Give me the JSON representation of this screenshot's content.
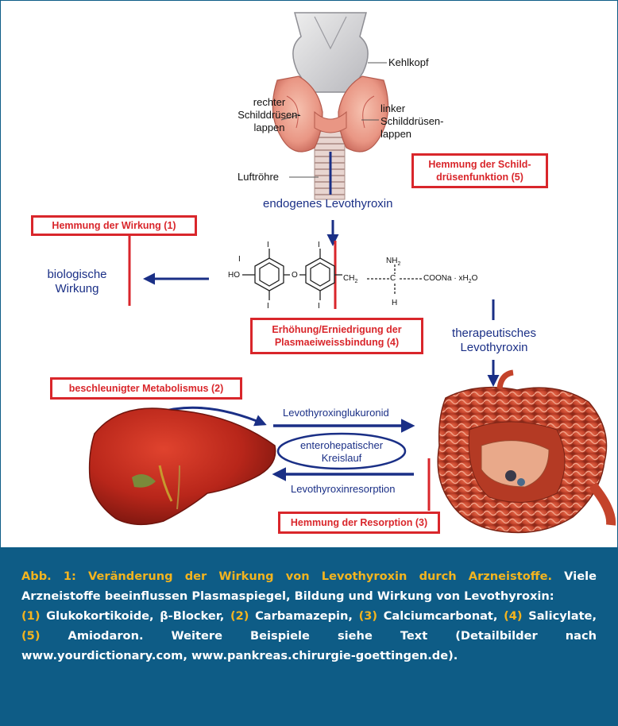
{
  "figure": {
    "labels": {
      "kehlkopf": "Kehlkopf",
      "rechter": [
        "rechter",
        "Schilddrüsen-",
        "lappen"
      ],
      "linker": [
        "linker",
        "Schilddrüsen-",
        "lappen"
      ],
      "luftroehre": "Luftröhre",
      "endogen": "endogenes Levothyroxin",
      "biologisch": [
        "biologische",
        "Wirkung"
      ],
      "therapeutisch": [
        "therapeutisches",
        "Levothyroxin"
      ],
      "glukuronid": "Levothyroxinglukuronid",
      "kreislauf": [
        "enterohepatischer",
        "Kreislauf"
      ],
      "resorption": "Levothyroxinresorption"
    },
    "boxes": {
      "box5": [
        "Hemmung der Schild-",
        "drüsenfunktion (5)"
      ],
      "box1": "Hemmung der Wirkung (1)",
      "box4": [
        "Erhöhung/Erniedrigung der",
        "Plasmaeiweissbindung (4)"
      ],
      "box2": "beschleunigter Metabolismus (2)",
      "box3": "Hemmung der Resorption (3)"
    },
    "molecule": {
      "I": "I",
      "HO": "HO",
      "O": "O",
      "CH2": "CH",
      "sub2": "2",
      "NH": "NH",
      "H": "H",
      "tail": "COONa · xH",
      "tail_o": "O"
    },
    "colors": {
      "red": "#d9262b",
      "blue": "#1a2f86",
      "caption_bg": "#0e5c86",
      "caption_accent": "#f3b41f"
    }
  },
  "caption": {
    "title": "Abb. 1: Veränderung der Wirkung von Levothyroxin durch Arzneistoffe.",
    "line1": "Viele Arzneistoffe beeinflussen Plasmaspiegel, Bildung und Wirkung von Levothyroxin:",
    "n1": "(1)",
    "t1": " Glukokortikoide, β-Blocker, ",
    "n2": "(2)",
    "t2": " Carbamazepin, ",
    "n3": "(3)",
    "t3": " Calciumcarbonat, ",
    "n4": "(4)",
    "t4": " Salicylate, ",
    "n5": "(5)",
    "t5": " Amiodaron. Weitere Beispiele siehe Text (Detailbilder nach www.yourdictionary.com, www.pankreas.chirurgie-goettingen.de)."
  }
}
